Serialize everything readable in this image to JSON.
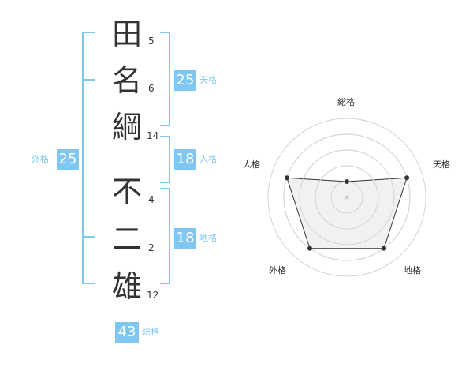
{
  "name": {
    "chars": [
      {
        "char": "田",
        "strokes": "5"
      },
      {
        "char": "名",
        "strokes": "6"
      },
      {
        "char": "綱",
        "strokes": "14"
      },
      {
        "char": "不",
        "strokes": "4"
      },
      {
        "char": "二",
        "strokes": "2"
      },
      {
        "char": "雄",
        "strokes": "12"
      }
    ]
  },
  "kakusu": {
    "tenkaku": {
      "value": "25",
      "label": "天格"
    },
    "jinkaku": {
      "value": "18",
      "label": "人格"
    },
    "chikaku": {
      "value": "18",
      "label": "地格"
    },
    "gaikaku": {
      "value": "25",
      "label": "外格"
    },
    "soukaku": {
      "value": "43",
      "label": "総格"
    }
  },
  "chart_data": {
    "type": "radar",
    "axes": [
      "総格",
      "天格",
      "地格",
      "外格",
      "人格"
    ],
    "values": [
      1,
      4,
      4,
      4,
      4
    ],
    "rmax": 5,
    "rings": 4
  },
  "colors": {
    "accent": "#7fc6f0",
    "radar_fill": "#efefef",
    "radar_line": "#333333",
    "ring": "#d4d4d4"
  }
}
